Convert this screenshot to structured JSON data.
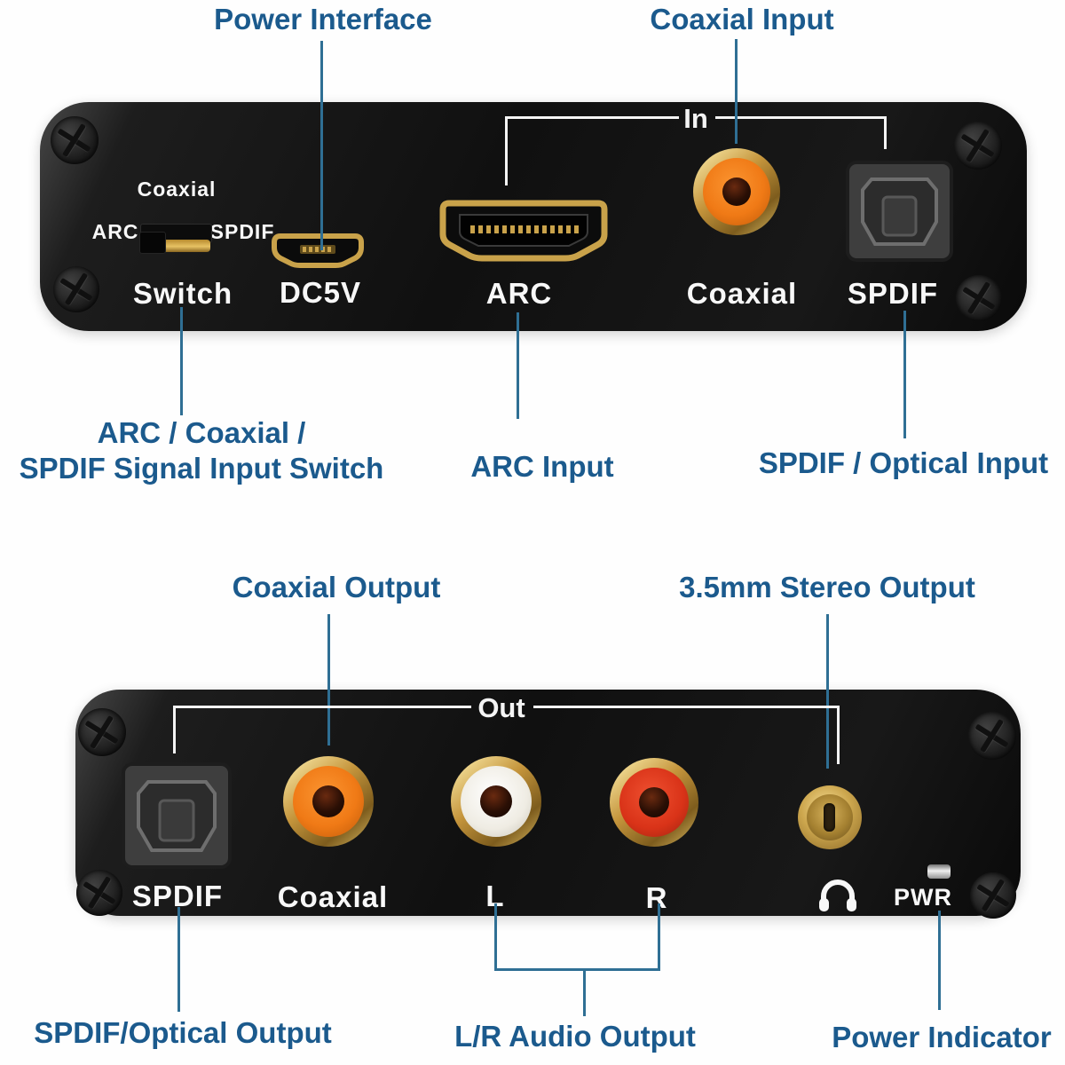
{
  "colors": {
    "callout_text": "#1b5a8d",
    "leader_line": "#2f6f94",
    "panel_label": "#f8f8f8",
    "rca_orange": "#f07a16",
    "rca_white": "#efece3",
    "rca_red": "#d93318",
    "gold": "#c9a24a"
  },
  "top": {
    "callout_power": "Power Interface",
    "callout_coax_in": "Coaxial Input",
    "in_label": "In",
    "sw_coaxial": "Coaxial",
    "sw_arc": "ARC",
    "sw_spdif": "SPDIF",
    "lbl_switch": "Switch",
    "lbl_dc5v": "DC5V",
    "lbl_arc": "ARC",
    "lbl_coaxial": "Coaxial",
    "lbl_spdif": "SPDIF",
    "cap_switch_1": "ARC / Coaxial /",
    "cap_switch_2": "SPDIF Signal Input Switch",
    "cap_arc": "ARC Input",
    "cap_spdif": "SPDIF / Optical Input"
  },
  "bottom": {
    "cap_coax_out": "Coaxial Output",
    "cap_stereo_out": "3.5mm Stereo Output",
    "out_label": "Out",
    "lbl_spdif": "SPDIF",
    "lbl_coaxial": "Coaxial",
    "lbl_l": "L",
    "lbl_r": "R",
    "lbl_pwr": "PWR",
    "cap_spdif_out": "SPDIF/Optical Output",
    "cap_lr_out": "L/R Audio Output",
    "cap_power": "Power Indicator"
  }
}
